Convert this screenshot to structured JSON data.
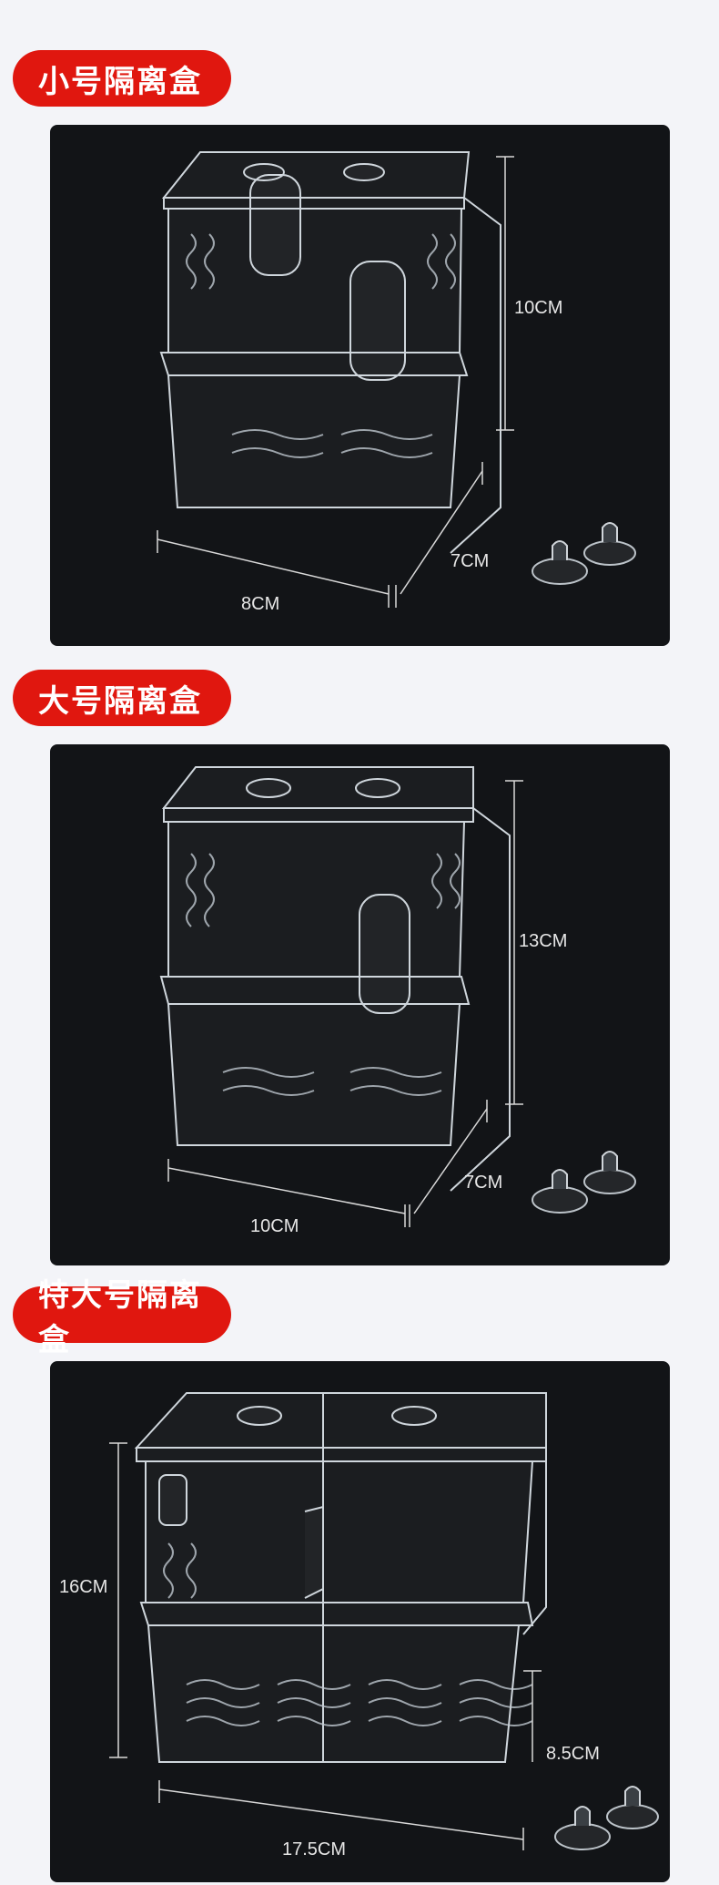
{
  "sections": [
    {
      "title": "小号隔离盒",
      "dims": {
        "height": "10CM",
        "depth": "7CM",
        "width": "8CM"
      }
    },
    {
      "title": "大号隔离盒",
      "dims": {
        "height": "13CM",
        "depth": "7CM",
        "width": "10CM"
      }
    },
    {
      "title": "特大号隔离盒",
      "dims": {
        "height": "16CM",
        "depth": "8.5CM",
        "width": "17.5CM"
      }
    }
  ],
  "icons": {
    "product": "isolation-box-photo",
    "accessory": "suction-cup-icon"
  },
  "colors": {
    "accent": "#e0170f",
    "panel": "#121417",
    "page": "#f3f4f8"
  }
}
